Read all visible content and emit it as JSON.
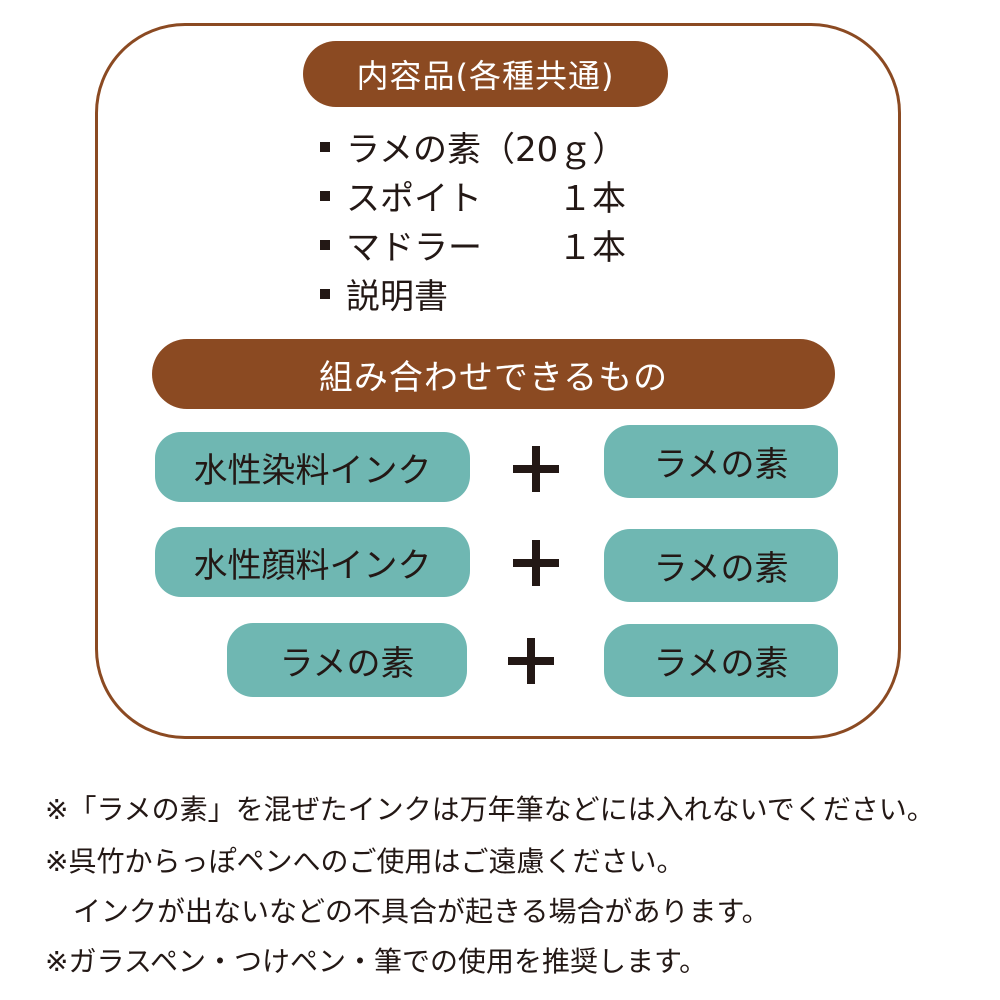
{
  "contents": {
    "title": "内容品(各種共通)",
    "items": [
      {
        "name": "ラメの素（",
        "qty": "20ｇ）"
      },
      {
        "name": "スポイト",
        "qty": "１本"
      },
      {
        "name": "マドラー",
        "qty": "１本"
      },
      {
        "name": "説明書",
        "qty": ""
      }
    ]
  },
  "combinations": {
    "title": "組み合わせできるもの",
    "rows": [
      {
        "left": "水性染料インク",
        "right": "ラメの素"
      },
      {
        "left": "水性顔料インク",
        "right": "ラメの素"
      },
      {
        "left": "ラメの素",
        "right": "ラメの素"
      }
    ]
  },
  "notes": [
    "※「ラメの素」を混ぜたインクは万年筆などには入れないでください。",
    "※呉竹からっぽペンへのご使用はご遠慮ください。",
    "　インクが出ないなどの不具合が起きる場合があります。",
    "※ガラスペン・つけペン・筆での使用を推奨します。"
  ],
  "colors": {
    "frame": "#8B4A22",
    "header": "#8B4A22",
    "pill": "#6FB7B2",
    "text": "#231815"
  }
}
